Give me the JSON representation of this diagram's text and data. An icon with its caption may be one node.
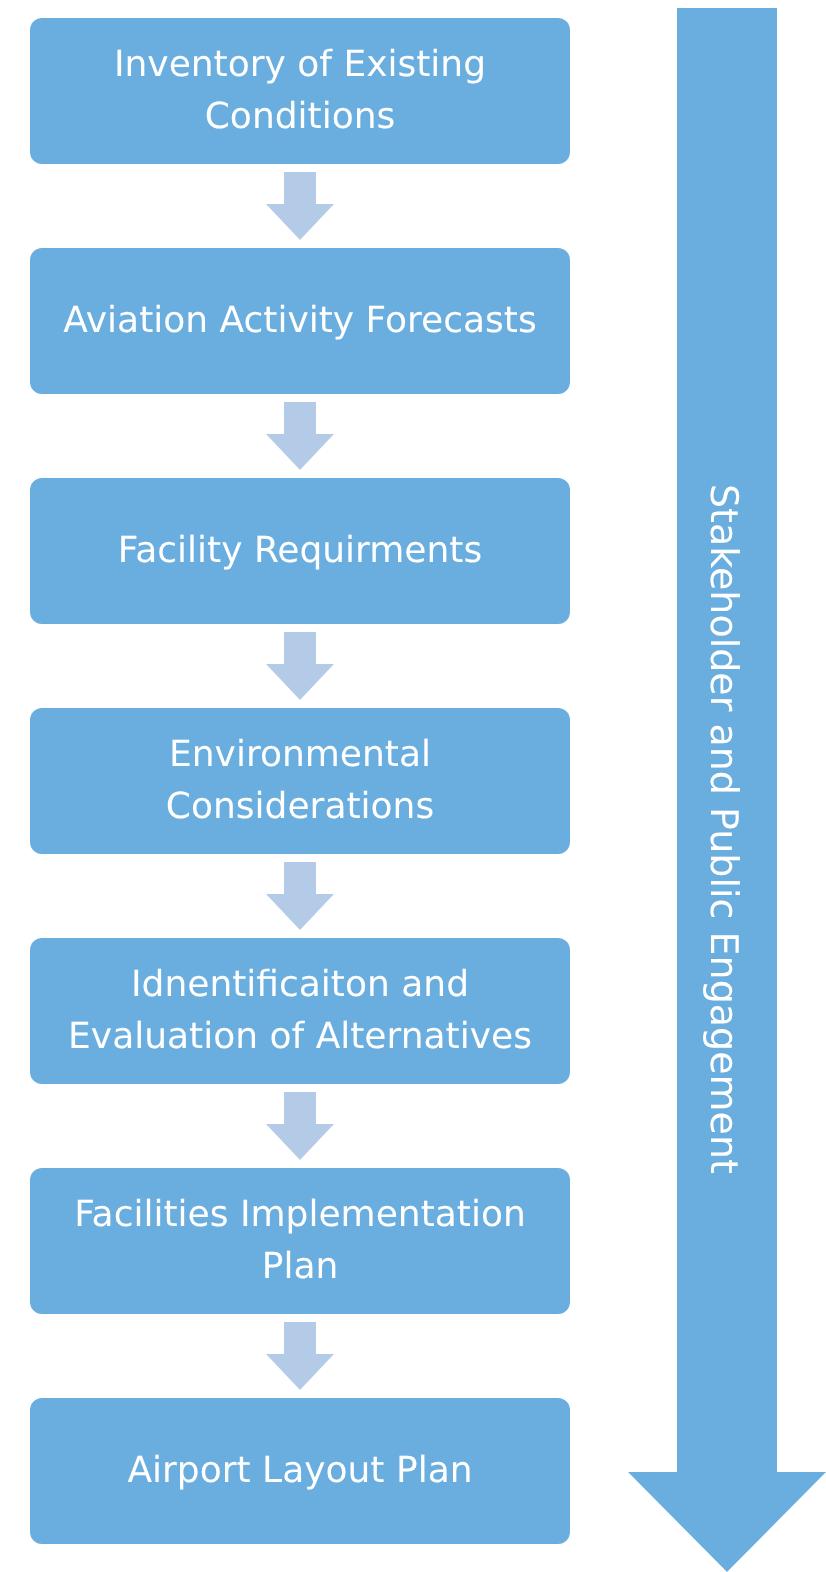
{
  "diagram": {
    "nodes": [
      {
        "text": [
          "Inventory of Existing Conditions"
        ]
      },
      {
        "text": [
          "Aviation Activity Forecasts"
        ]
      },
      {
        "text": [
          "Facility Requirments"
        ]
      },
      {
        "text": [
          "Environmental Considerations"
        ]
      },
      {
        "text": [
          "Idnentificaiton and Evaluation of Alternatives"
        ]
      },
      {
        "text": [
          "Facilities Implementation Plan"
        ]
      },
      {
        "text": [
          "Airport Layout Plan"
        ]
      },
      {
        "text": [
          "Stakeholder and Public Engagement"
        ]
      }
    ],
    "edges": [
      {
        "from": 0,
        "to": 1,
        "arrow": "to"
      },
      {
        "from": 1,
        "to": 2,
        "arrow": "to"
      },
      {
        "from": 2,
        "to": 3,
        "arrow": "to"
      },
      {
        "from": 3,
        "to": 4,
        "arrow": "to"
      },
      {
        "from": 4,
        "to": 5,
        "arrow": "to"
      },
      {
        "from": 5,
        "to": 6,
        "arrow": "to"
      }
    ]
  }
}
